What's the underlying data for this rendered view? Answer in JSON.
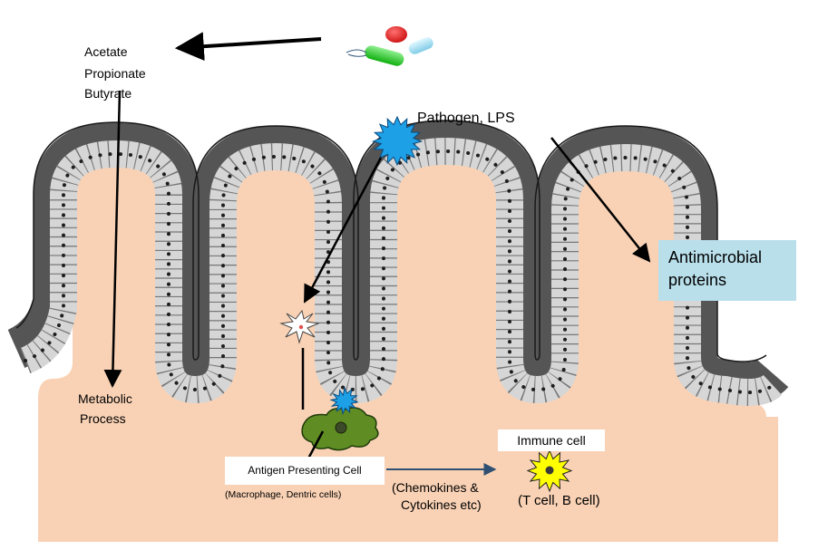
{
  "labels": {
    "scfa": [
      "Acetate",
      "Propionate",
      "Butyrate"
    ],
    "pathogen": "Pathogen, LPS",
    "metabolic": [
      "Metabolic",
      "Process"
    ],
    "antimicrobial": [
      "Antimicrobial",
      "proteins"
    ],
    "apc": "Antigen Presenting Cell",
    "apc_types": "(Macrophage, Dentric cells)",
    "chemokines": [
      "(Chemokines &",
      "Cytokines etc)"
    ],
    "immune_cell": "Immune cell",
    "tb_cells": "(T cell, B cell)"
  },
  "colors": {
    "tissue": "#f9d2b5",
    "epithelium_outer": "#555555",
    "epithelium_inner": "#d6d6d6",
    "nucleus": "#1e1e1e",
    "bacteria_red": "#dd2222",
    "bacteria_green": "#22cc22",
    "bacteria_cyan": "#99ddee",
    "pathogen": "#1ea0e6",
    "antimicrobial_box": "#b9dfeb",
    "macrophage": "#5f8c23",
    "immune_cell": "#ffff00",
    "arrow": "#000000",
    "arrow_blue": "#2f4f73"
  }
}
